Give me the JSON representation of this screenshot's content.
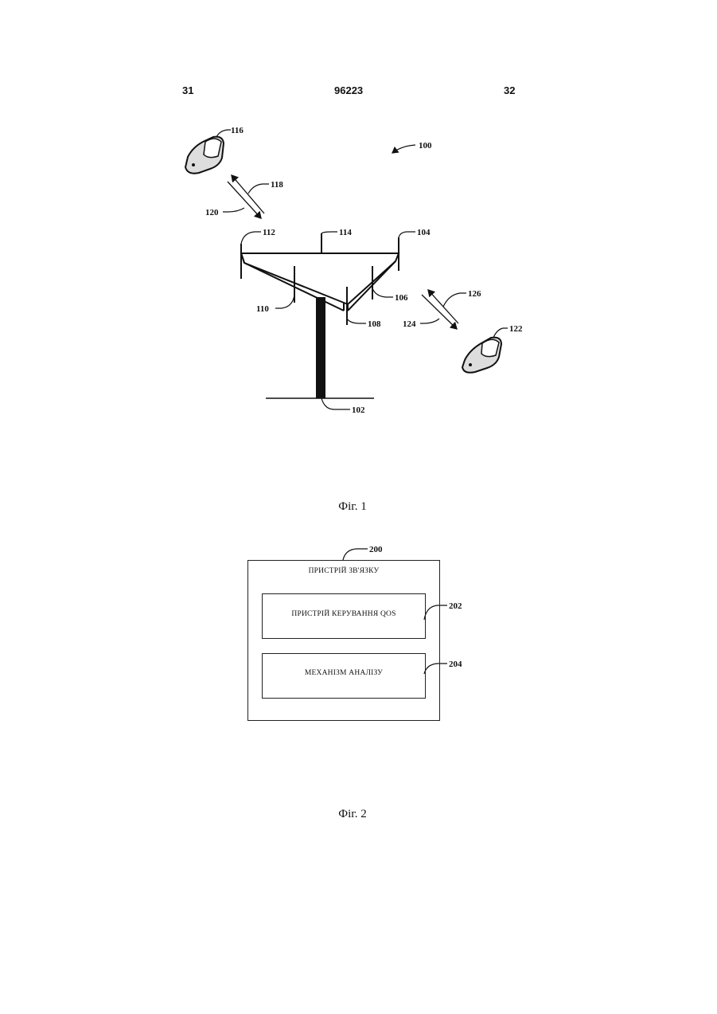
{
  "header": {
    "left": "31",
    "center": "96223",
    "right": "32"
  },
  "figure1": {
    "caption": "Фіг. 1",
    "refs": {
      "r100": "100",
      "r102": "102",
      "r104": "104",
      "r106": "106",
      "r108": "108",
      "r110": "110",
      "r112": "112",
      "r114": "114",
      "r116": "116",
      "r118": "118",
      "r120": "120",
      "r122": "122",
      "r124": "124",
      "r126": "126"
    }
  },
  "figure2": {
    "caption": "Фіг. 2",
    "ref_outer": "200",
    "ref_qos": "202",
    "ref_analysis": "204",
    "outer_label": "ПРИСТРІЙ ЗВ'ЯЗКУ",
    "qos_label": "ПРИСТРІЙ КЕРУВАННЯ QOS",
    "analysis_label": "МЕХАНІЗМ АНАЛІЗУ"
  }
}
